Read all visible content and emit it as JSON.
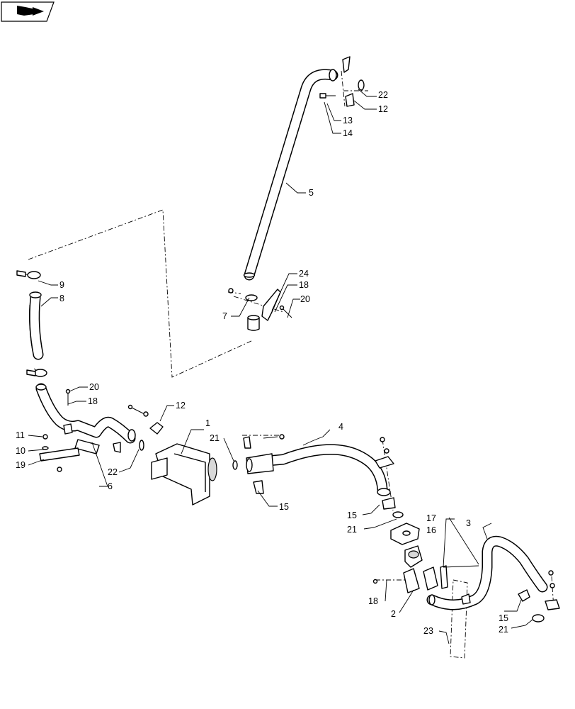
{
  "nav_icon": "book-arrow-icon",
  "callouts": {
    "c1": "1",
    "c2": "2",
    "c3": "3",
    "c4": "4",
    "c5": "5",
    "c6": "6",
    "c7": "7",
    "c8": "8",
    "c9": "9",
    "c10": "10",
    "c11": "11",
    "c12a": "12",
    "c12b": "12",
    "c13": "13",
    "c14": "14",
    "c15a": "15",
    "c15b": "15",
    "c15c": "15",
    "c16": "16",
    "c17": "17",
    "c18a": "18",
    "c18b": "18",
    "c18c": "18",
    "c19": "19",
    "c20a": "20",
    "c20b": "20",
    "c21a": "21",
    "c21b": "21",
    "c21c": "21",
    "c22a": "22",
    "c22b": "22",
    "c23": "23",
    "c24": "24"
  }
}
